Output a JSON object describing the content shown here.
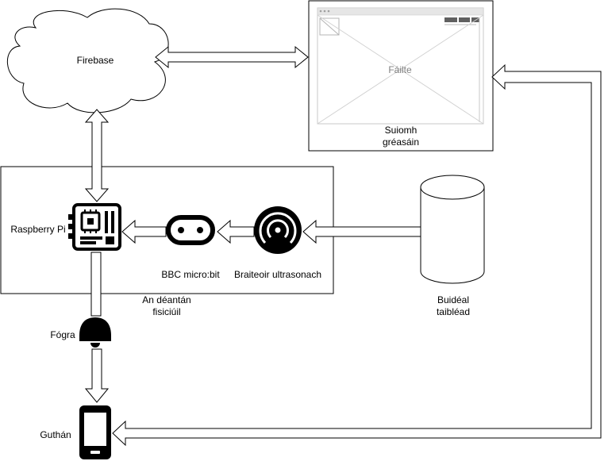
{
  "labels": {
    "firebase": "Firebase",
    "website_line1": "Suiomh",
    "website_line2": "gréasáin",
    "website_placeholder": "Fáilte",
    "raspberry_pi": "Raspberry Pi",
    "microbit": "BBC micro:bit",
    "ultrasonic": "Braiteoir ultrasonach",
    "physical_line1": "An déantán",
    "physical_line2": "fisiciúil",
    "bin_line1": "Buidéal",
    "bin_line2": "taibléad",
    "alert": "Fógra",
    "phone": "Guthán"
  }
}
